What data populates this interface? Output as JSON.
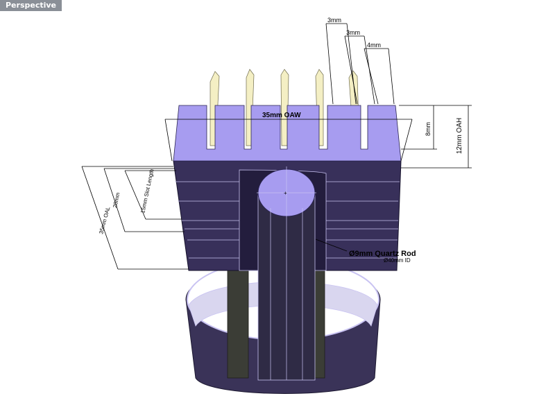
{
  "viewport": {
    "label": "Perspective"
  },
  "colors": {
    "top_face": "#a79cf0",
    "side_face": "#38305a",
    "side_dark": "#231d3d",
    "rod": "#2f2b45",
    "rod_top": "#a79cf0",
    "legs": "#3b3d36",
    "tube_outer": "#3a3358",
    "tube_inner": "#d9d6ef",
    "pins": "#f4efc4",
    "wire": "#c9c3f2"
  },
  "dimensions": {
    "slot_a": "3mm",
    "slot_b": "3mm",
    "slot_c": "4mm",
    "overall_width": "35mm OAW",
    "slot_depth": "8mm",
    "overall_height": "12mm OAH",
    "slot_length": "15mm Slot Length",
    "dim_20": "20mm",
    "overall_length": "35mm OAL",
    "rod_label": "Ø9mm Quartz Rod",
    "tube_label": "Ø40mm ID"
  }
}
